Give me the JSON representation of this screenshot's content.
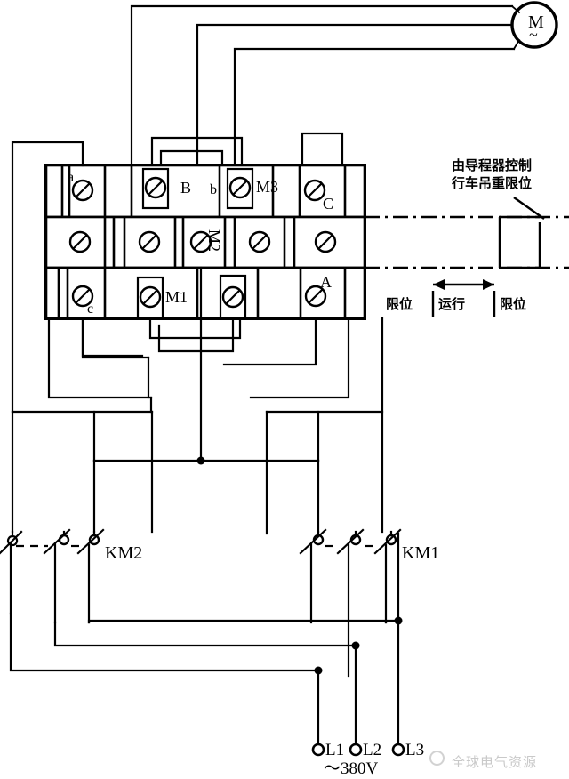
{
  "diagram": {
    "title_hidden": "",
    "motor": {
      "symbol": "M",
      "type_mark": "~",
      "name": "ac-motor"
    },
    "terminal_block": {
      "row_top_labels": [
        "a",
        "B",
        "b",
        "M3",
        "C"
      ],
      "row_mid_labels": [
        "M2"
      ],
      "row_bottom_labels": [
        "c",
        "M1",
        "A"
      ],
      "rows": [
        {
          "name": "top",
          "screws": 4
        },
        {
          "name": "middle",
          "screws": 5
        },
        {
          "name": "bottom",
          "screws": 4
        }
      ]
    },
    "annotations": {
      "limit_note_line1": "由导程器控制",
      "limit_note_line2": "行车吊重限位",
      "zone_left": "限位",
      "zone_center": "运行",
      "zone_right": "限位"
    },
    "contactors": [
      {
        "label": "KM2",
        "poles": 3
      },
      {
        "label": "KM1",
        "poles": 3
      }
    ],
    "supply": {
      "terminals": [
        "L1",
        "L2",
        "L3"
      ],
      "voltage": "～380V"
    },
    "watermark": {
      "text": "全球电气资源"
    }
  }
}
